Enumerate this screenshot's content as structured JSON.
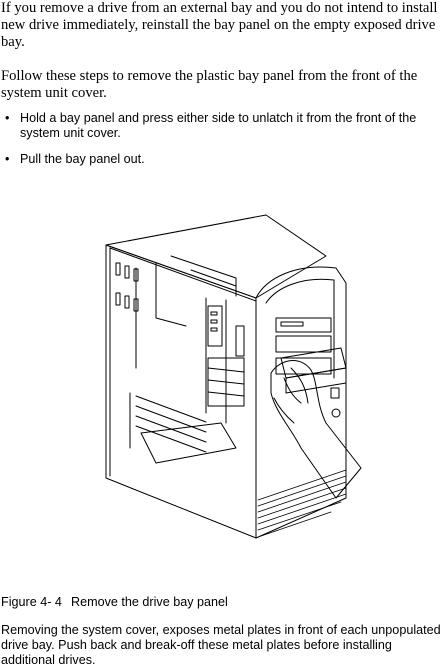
{
  "intro": "If you remove a drive from an external bay and you do not intend to install new drive immediately, reinstall the bay panel on the empty exposed drive bay.",
  "steps_intro": "Follow these steps to remove the plastic bay panel from the front of the system unit cover.",
  "steps": [
    "Hold a bay panel and press either side to unlatch it from the front of the system unit cover.",
    "Pull the bay panel out."
  ],
  "bullet_glyph": "•",
  "figure": {
    "label": "Figure 4- 4",
    "caption": "Remove the drive bay panel"
  },
  "note": "Removing the system cover, exposes metal plates in front of each unpopulated drive bay.  Push back and break-off these metal plates before installing additional drives."
}
